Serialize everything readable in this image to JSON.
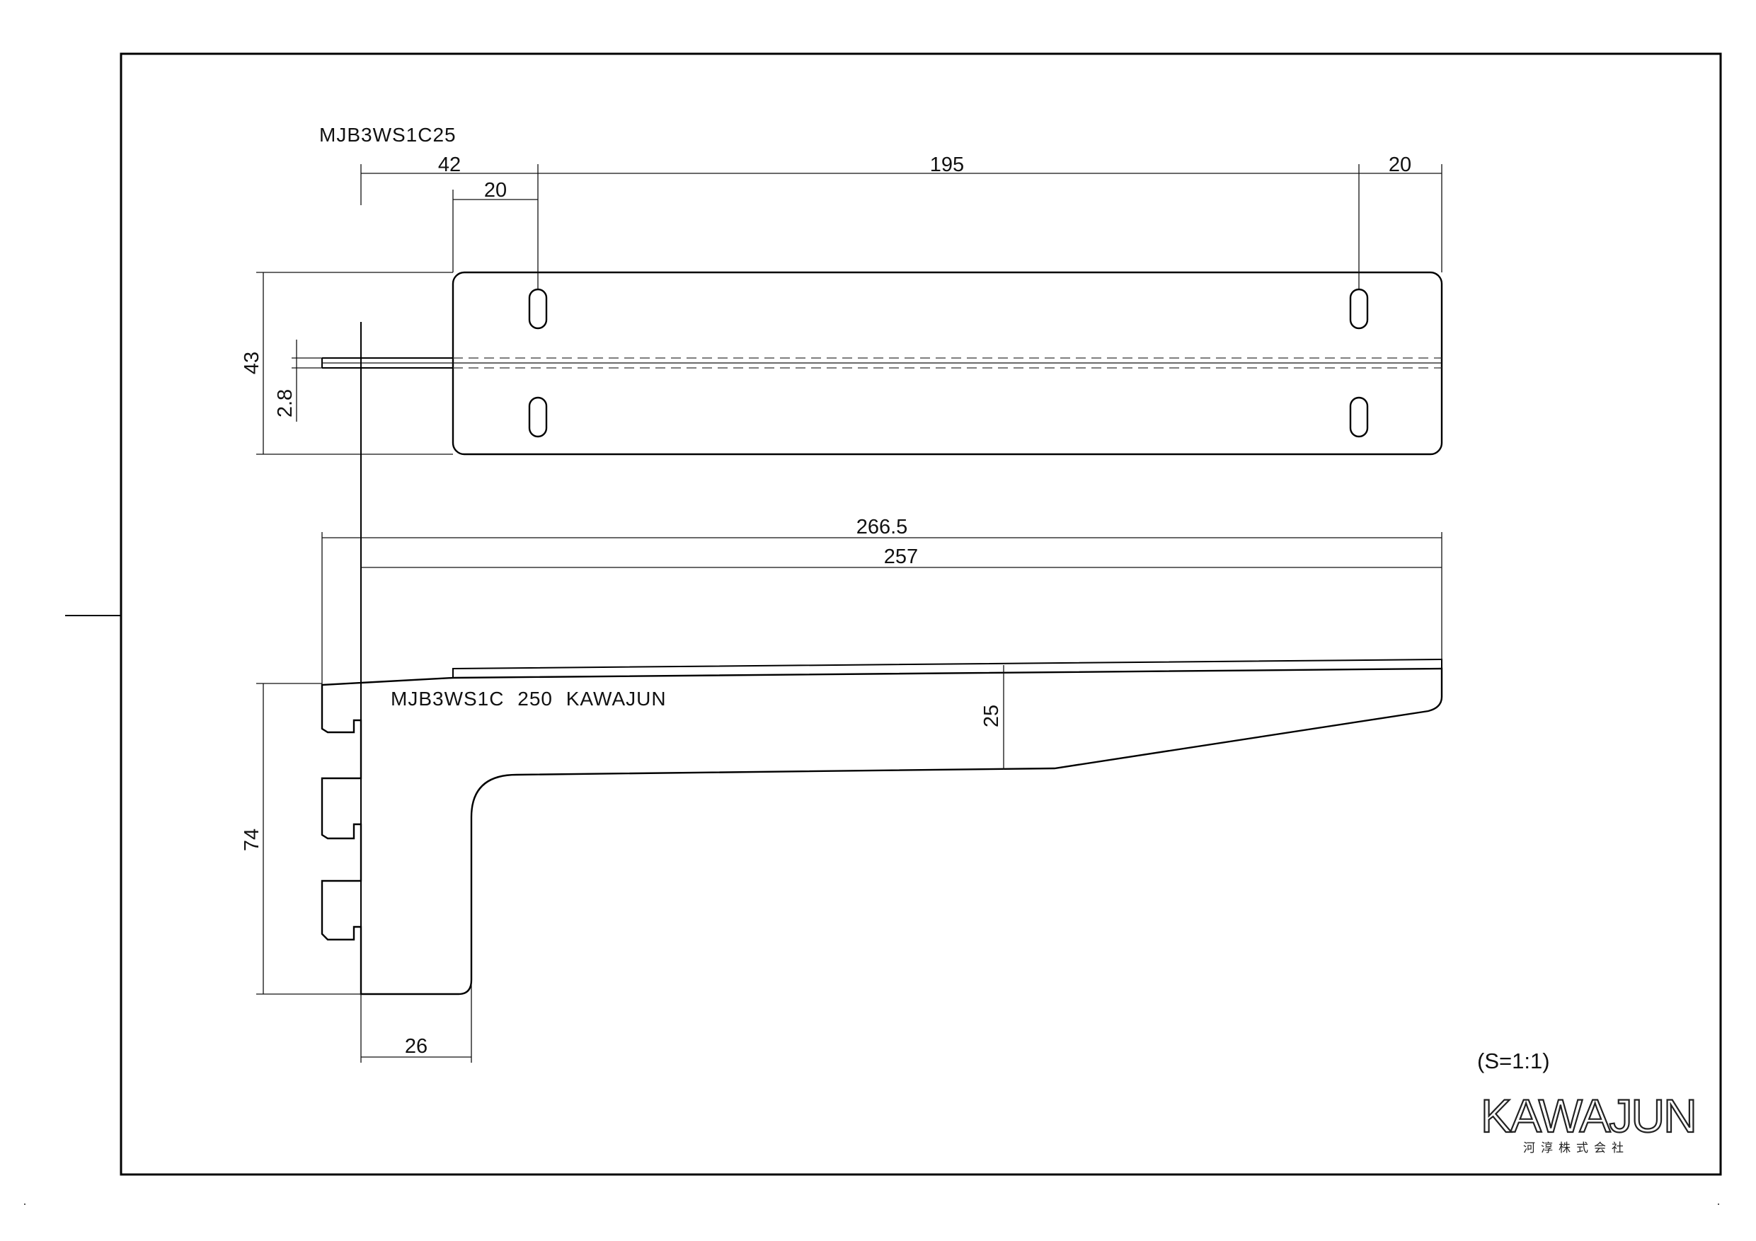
{
  "drawing": {
    "top_label": "MJB3WS1C25",
    "part_marking": "MJB3WS1C 250 KAWAJUN",
    "scale": "(S=1:1)",
    "logo_text": "KAWAJUN",
    "company_name": "河淳株式会社"
  },
  "dimensions": {
    "d42": "42",
    "d20_left": "20",
    "d195": "195",
    "d20_right": "20",
    "d43": "43",
    "d2_8": "2.8",
    "d266_5": "266.5",
    "d257": "257",
    "d25": "25",
    "d74": "74",
    "d26": "26"
  }
}
